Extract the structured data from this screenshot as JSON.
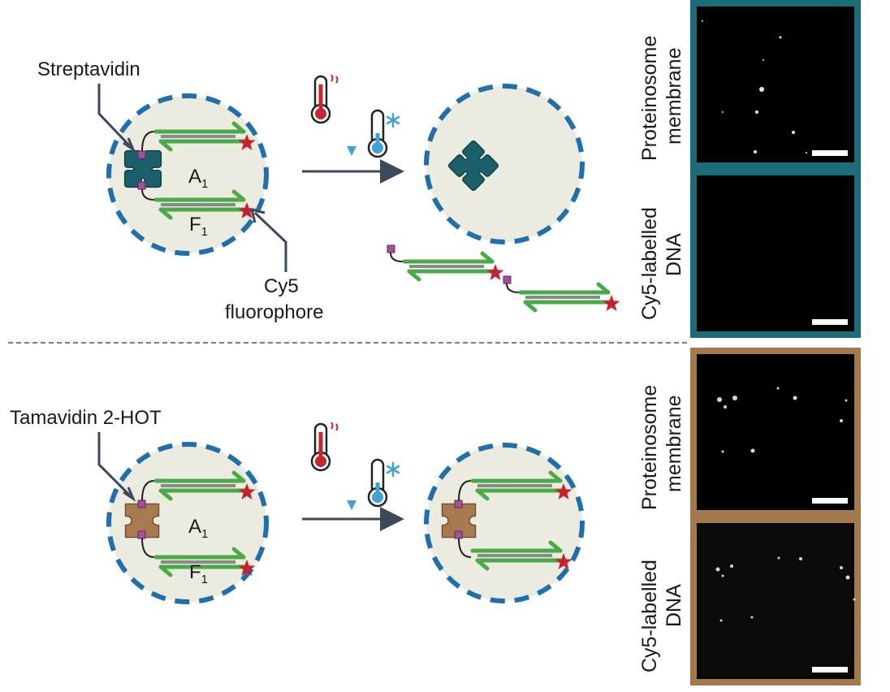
{
  "top": {
    "protein_label": "Streptavidin",
    "strand_a": "A",
    "strand_a_sub": "1",
    "strand_f": "F",
    "strand_f_sub": "1",
    "fluor_label_line1": "Cy5",
    "fluor_label_line2": "fluorophore",
    "panel_border_color": "#1b6b78",
    "micrograph_1": {
      "label_line1": "Proteinosome",
      "label_line2": "membrane"
    },
    "micrograph_2": {
      "label_line1": "Cy5-labelled",
      "label_line2": "DNA"
    }
  },
  "bottom": {
    "protein_label": "Tamavidin 2-HOT",
    "strand_a": "A",
    "strand_a_sub": "1",
    "strand_f": "F",
    "strand_f_sub": "1",
    "panel_border_color": "#a37a4e",
    "micrograph_1": {
      "label_line1": "Proteinosome",
      "label_line2": "membrane"
    },
    "micrograph_2": {
      "label_line1": "Cy5-labelled",
      "label_line2": "DNA"
    }
  },
  "icons": {
    "heat": "thermometer-hot-icon",
    "cold": "thermometer-cold-icon",
    "snow": "snowflake-icon",
    "star": "cy5-star-icon"
  },
  "colors": {
    "membrane": "#1f6fae",
    "interior": "#ecebdf",
    "strand_green": "#4aaa48",
    "strand_grey": "#8a8a8a",
    "star": "#c7202f",
    "biotin": "#a6509b",
    "streptavidin": "#1b5f6a",
    "tamavidin": "#a87a50",
    "heat_red": "#c7262f",
    "cold_blue": "#3fa2d6"
  }
}
